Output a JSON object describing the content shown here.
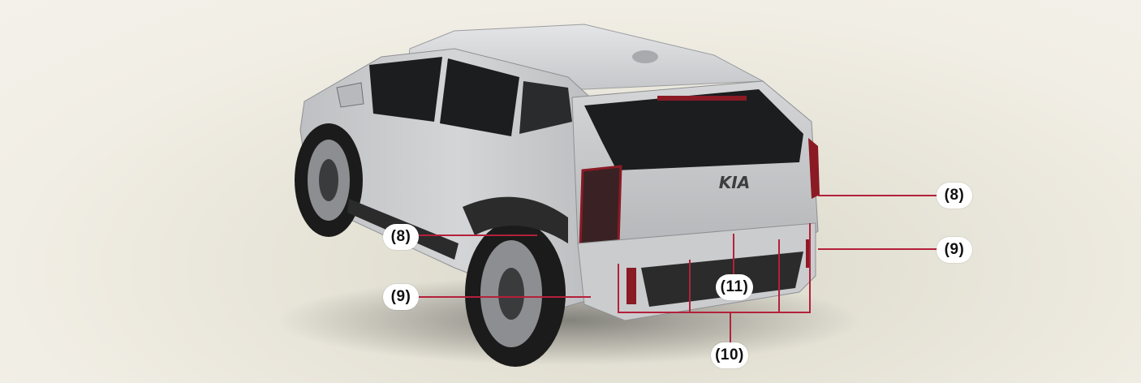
{
  "brand_logo_text": "KIA",
  "callouts": {
    "left_8": "(8)",
    "left_9": "(9)",
    "right_8": "(8)",
    "right_9": "(9)",
    "center_11": "(11)",
    "bottom_10": "(10)"
  },
  "colors": {
    "leader_line": "#b3213a",
    "body_paint": "#c9cacc",
    "glass": "#1c1d1f",
    "tail_light": "#8a1a24"
  }
}
